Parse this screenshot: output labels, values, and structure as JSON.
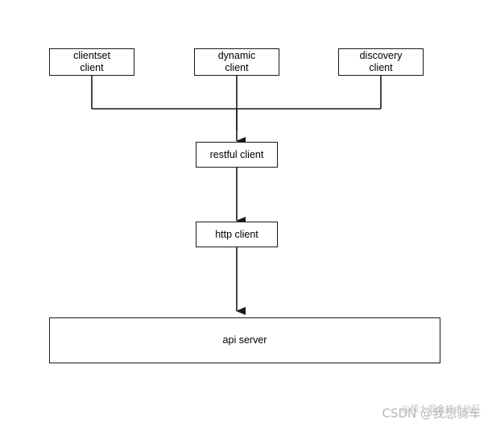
{
  "nodes": {
    "clientset": "clientset\nclient",
    "dynamic": "dynamic\nclient",
    "discovery": "discovery\nclient",
    "restful": "restful client",
    "http": "http client",
    "api": "api server"
  },
  "watermark": {
    "top": "@稀土掘金技术社区",
    "main": "CSDN @我想骑车"
  },
  "colors": {
    "line": "#1a1a1a",
    "watermark": "#b4b4b4"
  }
}
